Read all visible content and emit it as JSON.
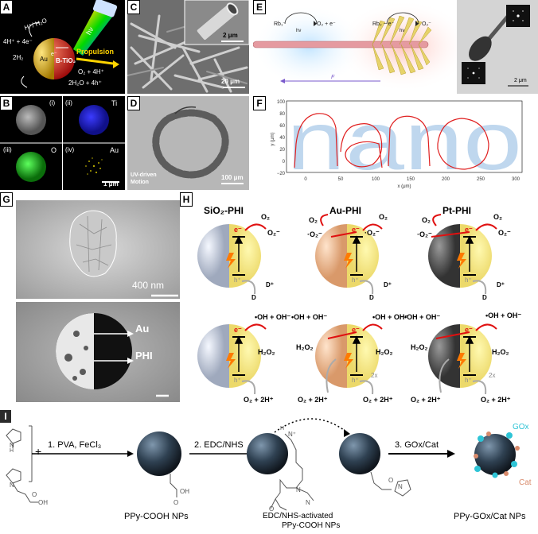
{
  "panel_labels": {
    "A": "A",
    "B": "B",
    "C": "C",
    "D": "D",
    "E": "E",
    "F": "F",
    "G": "G",
    "H": "H",
    "I": "I"
  },
  "panelA": {
    "hv": "hν",
    "h_h2o": "H⁺/ H₂O",
    "h4e": "4H⁺ + 4e⁻",
    "h2": "2H₂",
    "au": "Au",
    "e": "e⁻",
    "btio2": "B-TiO₂",
    "propulsion": "Propulsion",
    "o2": "O₂ + 4H⁺",
    "h2o": "2H₂O + 4h⁺"
  },
  "panelB": {
    "i": "(i)",
    "ii": "(ii)",
    "ti": "Ti",
    "iii": "(iii)",
    "o": "O",
    "iv": "(iv)",
    "au": "Au",
    "scale": "1 μm"
  },
  "panelC": {
    "scale_inset": "2 μm",
    "scale_main": "20 μm"
  },
  "panelD": {
    "caption1": "UV-driven",
    "caption2": "Motion",
    "scale": "100 μm"
  },
  "panelE": {
    "rb1": "Rb₁⁻",
    "o2e": "O₂ + e⁻",
    "hv1": "hν",
    "rb2": "Rb₂ − e⁻",
    "o2m": "O₂⁻",
    "hv2": "hν",
    "f": "F",
    "scale": "2 μm"
  },
  "panelF": {
    "word": "nano",
    "ylabel": "y (μm)",
    "xlabel": "x (μm)",
    "yticks": [
      "100",
      "80",
      "60",
      "40",
      "20",
      "0",
      "−20"
    ],
    "xticks": [
      "0",
      "50",
      "100",
      "150",
      "200",
      "250",
      "300"
    ]
  },
  "panelG": {
    "scale_top": "400 nm",
    "au": "Au",
    "phi": "PHI"
  },
  "panelH": {
    "sio2": "SiO₂-PHI",
    "au": "Au-PHI",
    "pt": "Pt-PHI",
    "o2": "O₂",
    "o2m": "O₂⁻",
    "o2m_l": "·O₂⁻",
    "e": "e⁻",
    "h": "h⁺",
    "d": "D",
    "dp": "D⁺",
    "oh": "•OH + OH⁻",
    "h2o2": "H₂O₂",
    "o2h": "O₂ + 2H⁺",
    "x2": "2x"
  },
  "panelI": {
    "plus": "+",
    "step1": "1. PVA, FeCl₃",
    "step2": "2. EDC/NHS",
    "step3": "3. GOx/Cat",
    "n1": "N",
    "h": "H",
    "nplus": "N⁺",
    "n": "N",
    "o": "O",
    "oh": "OH",
    "gox": "GOx",
    "cat": "Cat",
    "cap1": "PPy-COOH NPs",
    "cap2a": "EDC/NHS-activated",
    "cap2b": "PPy-COOH NPs",
    "cap3": "PPy-GOx/Cat NPs"
  }
}
